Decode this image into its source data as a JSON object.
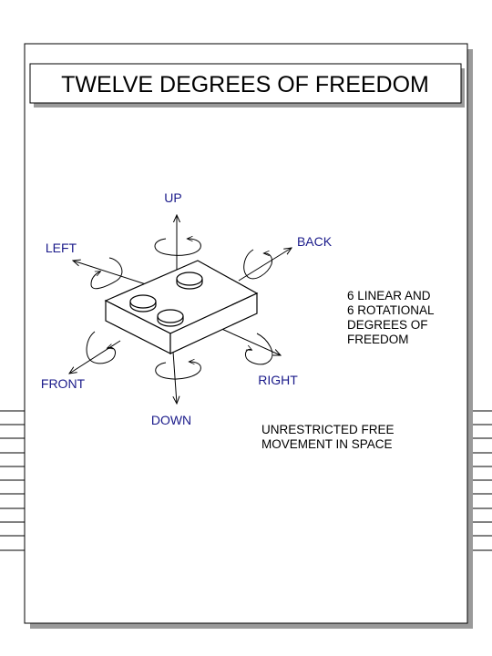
{
  "title": "TWELVE DEGREES OF FREEDOM",
  "directions": {
    "up": "UP",
    "down": "DOWN",
    "left": "LEFT",
    "right": "RIGHT",
    "front": "FRONT",
    "back": "BACK"
  },
  "notes": {
    "dof_line1": "6 LINEAR AND",
    "dof_line2": "6 ROTATIONAL",
    "dof_line3": "DEGREES OF",
    "dof_line4": "FREEDOM",
    "movement_line1": "UNRESTRICTED FREE",
    "movement_line2": "MOVEMENT IN SPACE"
  },
  "colors": {
    "label_blue": "#1a1a8a",
    "ink": "#000000",
    "shadow": "#9a9a9a"
  }
}
